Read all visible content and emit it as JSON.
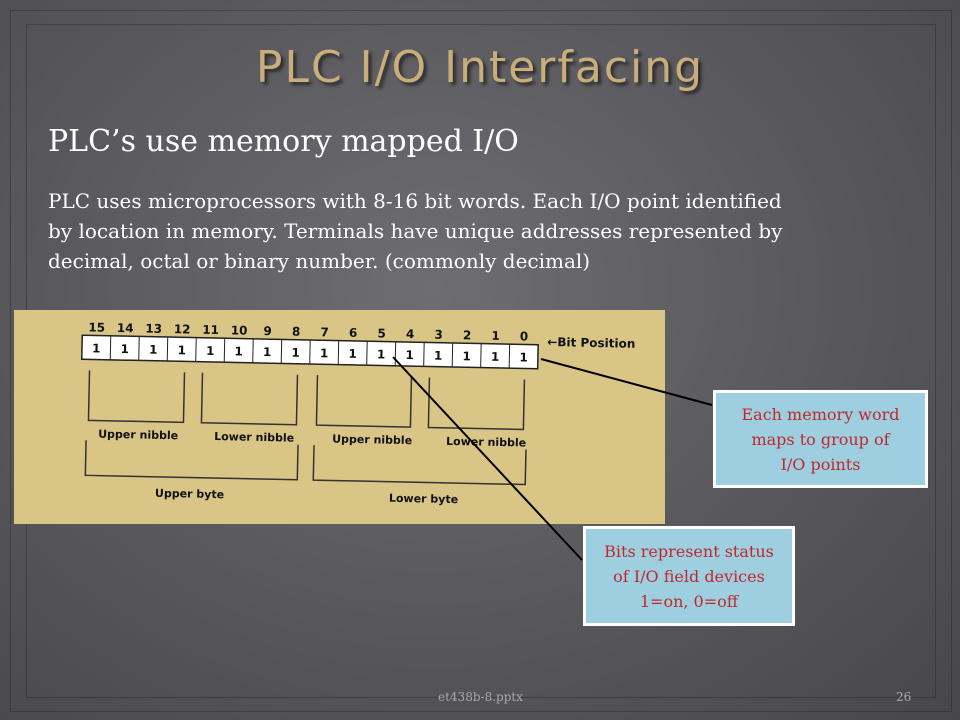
{
  "slide": {
    "title": "PLC I/O Interfacing",
    "subtitle": "PLC’s use memory mapped I/O",
    "body_lines": [
      "PLC uses microprocessors with  8-16 bit words.  Each I/O point identified",
      "by location in memory.  Terminals have unique addresses represented by",
      "decimal, octal or binary number.  (commonly decimal)"
    ],
    "footer_file": "et438b-8.pptx",
    "footer_page": "26"
  },
  "diagram": {
    "bit_positions": [
      "15",
      "14",
      "13",
      "12",
      "11",
      "10",
      "9",
      "8",
      "7",
      "6",
      "5",
      "4",
      "3",
      "2",
      "1",
      "0"
    ],
    "bit_values": [
      "1",
      "1",
      "1",
      "1",
      "1",
      "1",
      "1",
      "1",
      "1",
      "1",
      "1",
      "1",
      "1",
      "1",
      "1",
      "1"
    ],
    "bit_position_label": "←Bit Position",
    "upper_nibble_1": "Upper nibble",
    "lower_nibble_1": "Lower nibble",
    "upper_nibble_2": "Upper nibble",
    "lower_nibble_2": "Lower nibble",
    "upper_byte": "Upper byte",
    "lower_byte": "Lower byte",
    "background_color": "#d9c586"
  },
  "callouts": {
    "memory_word": [
      "Each memory word",
      "maps to group of",
      "I/O points"
    ],
    "bits_status": [
      "Bits represent status",
      "of I/O field devices",
      "1=on, 0=off"
    ]
  }
}
